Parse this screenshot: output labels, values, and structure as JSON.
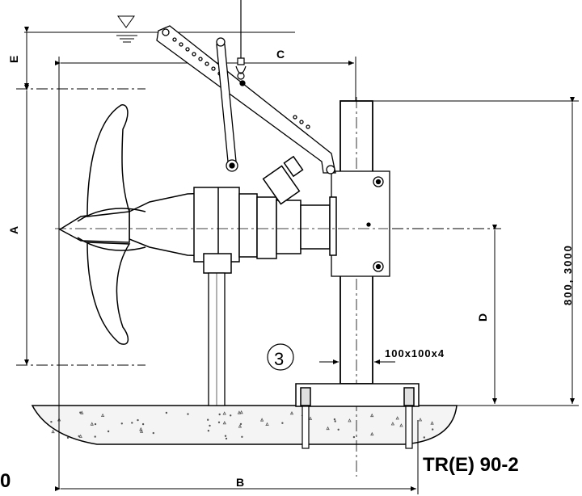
{
  "drawing": {
    "dimensions": {
      "a": "A",
      "b": "B",
      "c": "C",
      "d": "D",
      "e": "E",
      "height_range": "800, 3000",
      "section": "100x100x4"
    },
    "callout": "3",
    "model": "TR(E) 90-2",
    "cut_text": "0",
    "colors": {
      "line": "#000000",
      "background": "#ffffff",
      "concrete_dots": "#555555"
    }
  }
}
